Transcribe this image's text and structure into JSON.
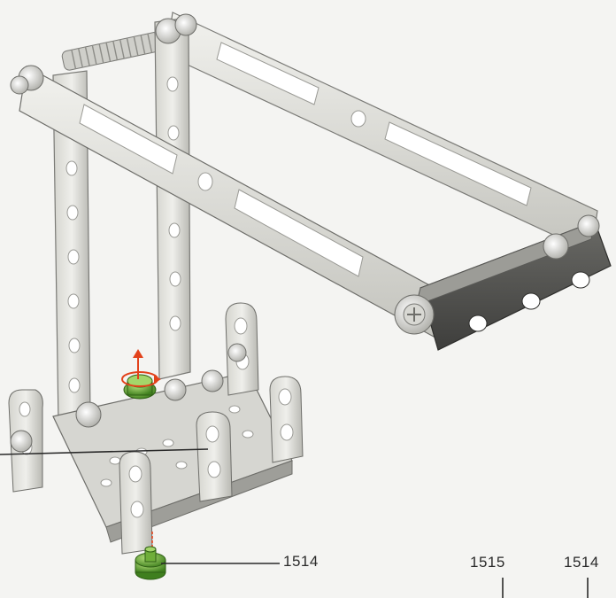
{
  "labels": {
    "part_main": "1514",
    "part_a": "1515",
    "part_b": "1514"
  },
  "colors": {
    "background": "#f4f4f2",
    "metal_light": "#e8e8e4",
    "metal_mid": "#c9c9c3",
    "metal_dark": "#8a8a84",
    "metal_edge": "#5c5c58",
    "hole": "#ffffff",
    "part_green": "#6fae3a",
    "arrow_red": "#e2421b"
  },
  "icons": {
    "rotation_arrow": "rotate-arrow-icon",
    "insert_arrow": "up-arrow-icon"
  }
}
